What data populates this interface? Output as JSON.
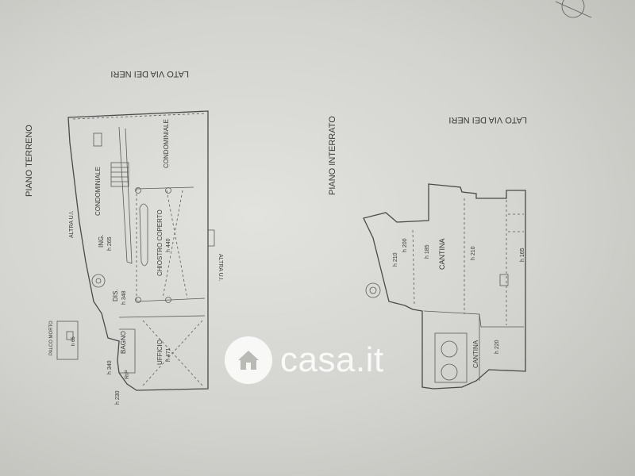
{
  "ground_floor": {
    "title": "PIANO TERRENO",
    "street_side": "LATO VIA DEI NERI",
    "rooms": {
      "condominiale_1": "CONDOMINIALE",
      "condominiale_2": "CONDOMINIALE",
      "ing": "ING.",
      "ing_h": "h 265",
      "chiostro": "CHIOSTRO COPERTO",
      "chiostro_h": "h 440",
      "dis": "DIS.",
      "dis_h": "h 348",
      "bagno": "BAGNO",
      "rip": "RIP",
      "ufficio": "UFFICIO",
      "ufficio_h": "h 471"
    },
    "other_units_1": "ALTRA U.I.",
    "other_units_2": "ALTRA U.I.",
    "palco_label": "PALCO MORTO",
    "palco_h": "h 65",
    "h_340": "h 340",
    "h_230": "h 230"
  },
  "basement": {
    "title": "PIANO INTERRATO",
    "street_side": "LATO VIA DEI NERI",
    "rooms": {
      "cantina_1": "CANTINA",
      "cantina_2": "CANTINA"
    },
    "heights": {
      "h_210": "h 210",
      "h_200": "h 200",
      "h_185": "h 185",
      "h_210b": "h 210",
      "h_165": "h 165",
      "h_220": "h 220"
    }
  },
  "watermark": {
    "brand": "casa.it"
  }
}
